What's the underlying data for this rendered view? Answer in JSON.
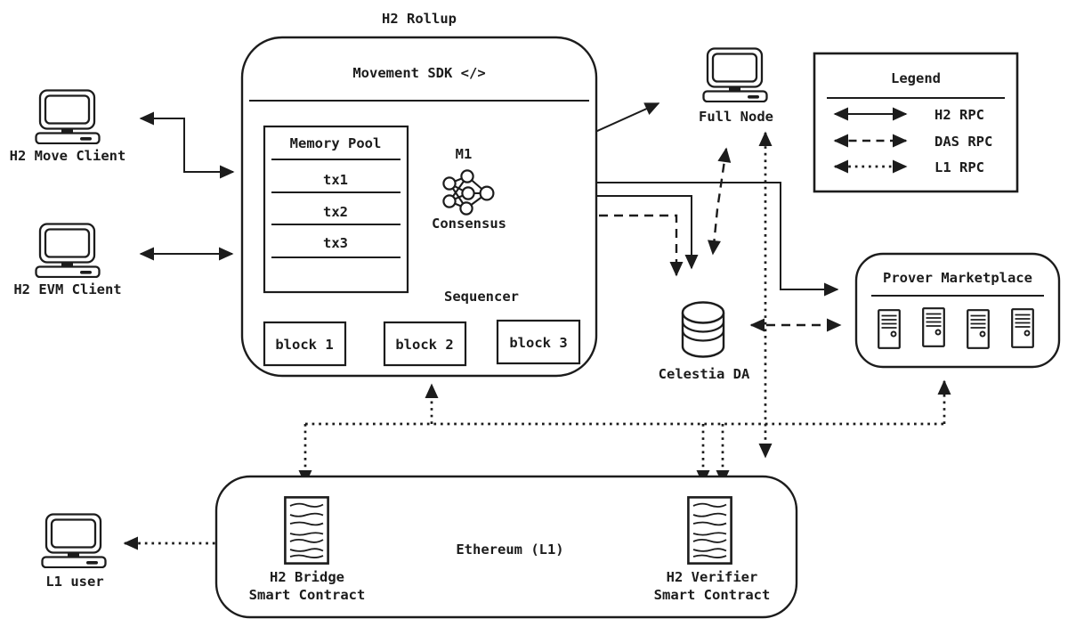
{
  "colors": {
    "ink": "#1c1c1c",
    "background": "#ffffff"
  },
  "title": "H2 Rollup",
  "rollup": {
    "sdk_label": "Movement SDK </>",
    "memory_pool": {
      "title": "Memory Pool",
      "txs": [
        "tx1",
        "tx2",
        "tx3"
      ]
    },
    "m1": {
      "name": "M1",
      "role": "Consensus"
    },
    "sequencer_label": "Sequencer",
    "blocks": [
      "block 1",
      "block 2",
      "block 3"
    ]
  },
  "clients": {
    "move": "H2 Move Client",
    "evm": "H2 EVM Client",
    "l1_user": "L1 user"
  },
  "full_node": {
    "label": "Full Node"
  },
  "celestia": {
    "label": "Celestia DA"
  },
  "prover_marketplace": {
    "label": "Prover Marketplace",
    "server_count": 4
  },
  "ethereum": {
    "label": "Ethereum (L1)",
    "bridge_contract": {
      "line1": "H2 Bridge",
      "line2": "Smart Contract"
    },
    "verifier_contract": {
      "line1": "H2 Verifier",
      "line2": "Smart Contract"
    }
  },
  "legend": {
    "title": "Legend",
    "entries": [
      {
        "style": "solid",
        "label": "H2 RPC"
      },
      {
        "style": "dashed",
        "label": "DAS RPC"
      },
      {
        "style": "dotted",
        "label": "L1 RPC"
      }
    ]
  }
}
